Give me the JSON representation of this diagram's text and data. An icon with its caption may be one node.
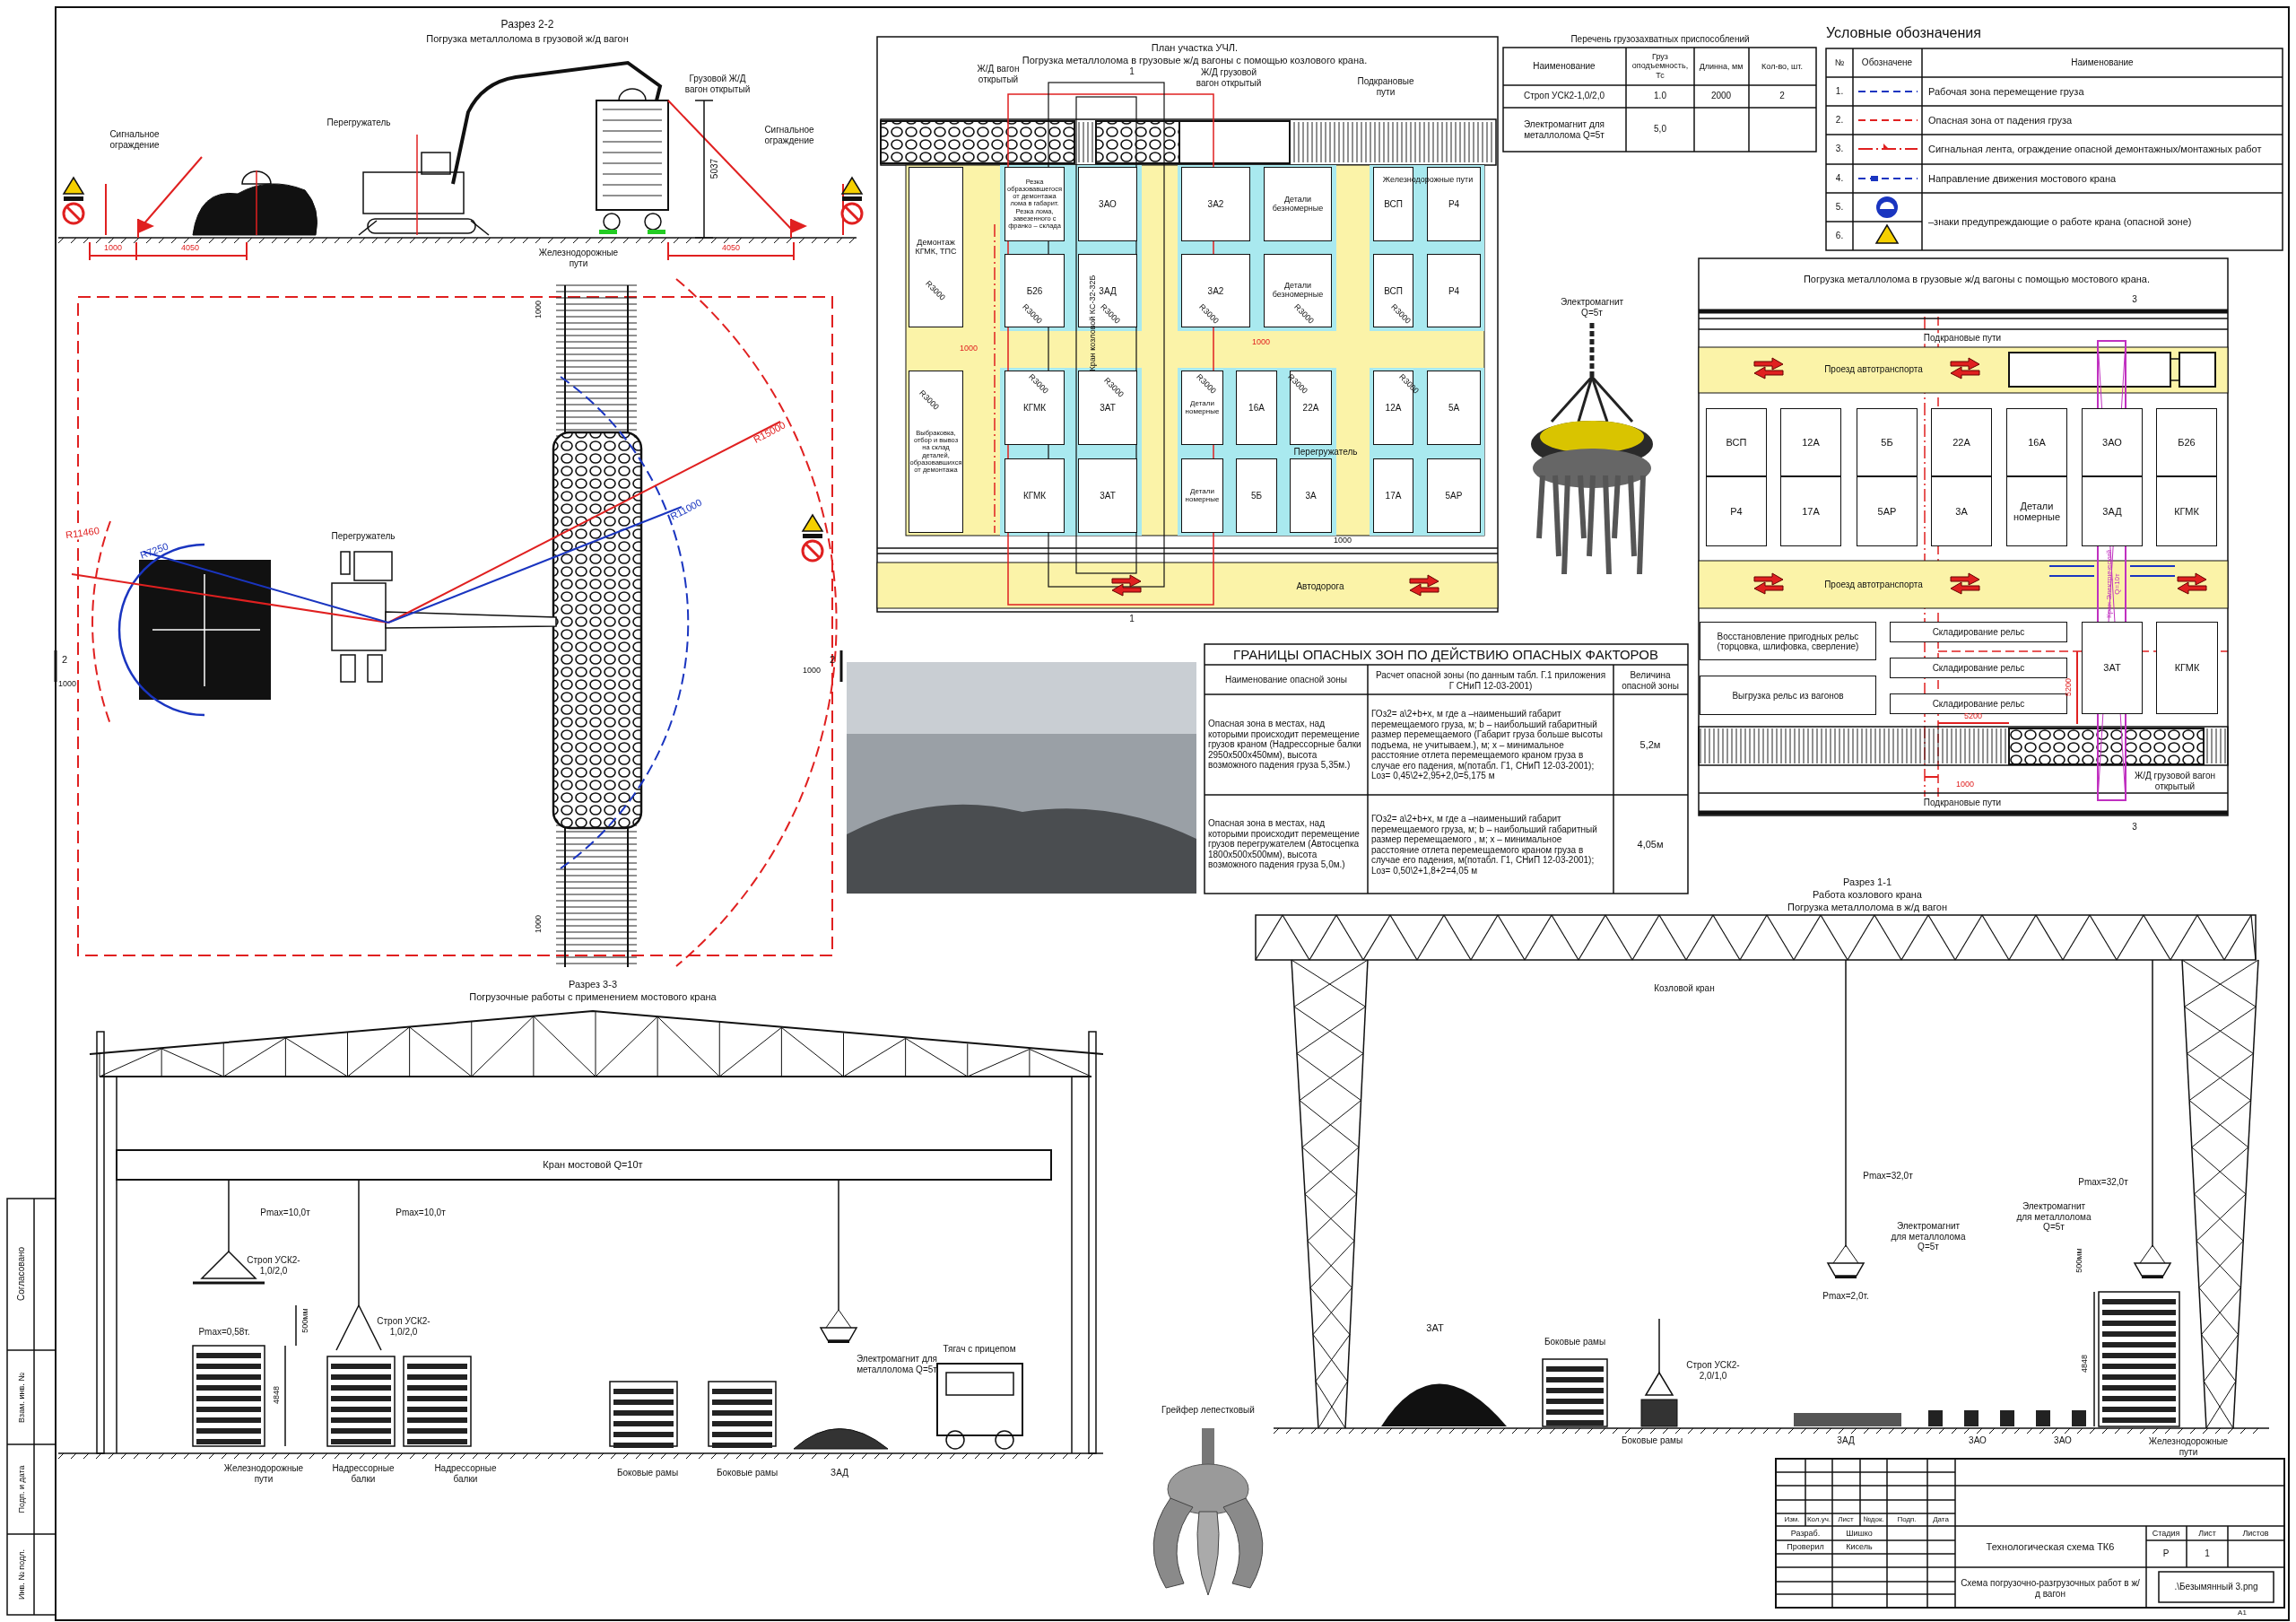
{
  "diagram": {
    "nodes": [
      {
        "text": [
          "Демонтаж КГМК, ТПС"
        ]
      },
      {
        "text": [
          "Резка образовавшегося от демонтажа лома в габарит. Резка лома, завезенного с франко – склада"
        ]
      },
      {
        "text": [
          "3АО"
        ]
      },
      {
        "text": [
          "3А2"
        ]
      },
      {
        "text": [
          "Детали безномерные"
        ]
      },
      {
        "text": [
          "ВСП"
        ]
      },
      {
        "text": [
          "Р4"
        ]
      },
      {
        "text": [
          "Б26"
        ]
      },
      {
        "text": [
          "3АД"
        ]
      },
      {
        "text": [
          "3А2"
        ]
      },
      {
        "text": [
          "Детали безномерные"
        ]
      },
      {
        "text": [
          "ВСП"
        ]
      },
      {
        "text": [
          "Р4"
        ]
      },
      {
        "text": [
          "Выбраковка, отбор и вывоз на склад деталей, образовавшихся от демонтажа"
        ]
      },
      {
        "text": [
          "КГМК"
        ]
      },
      {
        "text": [
          "3АТ"
        ]
      },
      {
        "text": [
          "Детали номерные"
        ]
      },
      {
        "text": [
          "16А"
        ]
      },
      {
        "text": [
          "22А"
        ]
      },
      {
        "text": [
          "12А"
        ]
      },
      {
        "text": [
          "5А"
        ]
      },
      {
        "text": [
          "КГМК"
        ]
      },
      {
        "text": [
          "3АТ"
        ]
      },
      {
        "text": [
          "Детали номерные"
        ]
      },
      {
        "text": [
          "5Б"
        ]
      },
      {
        "text": [
          "3А"
        ]
      },
      {
        "text": [
          "17А"
        ]
      },
      {
        "text": [
          "5АР"
        ]
      },
      {
        "text": [
          "ВСП"
        ]
      },
      {
        "text": [
          "12А"
        ]
      },
      {
        "text": [
          "5Б"
        ]
      },
      {
        "text": [
          "22А"
        ]
      },
      {
        "text": [
          "16А"
        ]
      },
      {
        "text": [
          "3АО"
        ]
      },
      {
        "text": [
          "Б26"
        ]
      },
      {
        "text": [
          "Р4"
        ]
      },
      {
        "text": [
          "17А"
        ]
      },
      {
        "text": [
          "5АР"
        ]
      },
      {
        "text": [
          "3А"
        ]
      },
      {
        "text": [
          "Детали номерные"
        ]
      },
      {
        "text": [
          "3АД"
        ]
      },
      {
        "text": [
          "КГМК"
        ]
      },
      {
        "text": [
          "Восстановление пригодных рельс (торцовка, шлифовка, сверление)"
        ]
      },
      {
        "text": [
          "Складирование рельс"
        ]
      },
      {
        "text": [
          "Выгрузка рельс из вагонов"
        ]
      },
      {
        "text": [
          "Складирование рельс"
        ]
      },
      {
        "text": [
          "3АТ"
        ]
      },
      {
        "text": [
          "КГМК"
        ]
      },
      {
        "text": [
          "Складирование рельс"
        ]
      }
    ],
    "labels": [
      "Разрез 2-2",
      "Погрузка металлолома в грузовой ж/д вагон",
      "Сигнальное ограждение",
      "Перегружатель",
      "Грузовой Ж/Д вагон открытый",
      "Сигнальное ограждение",
      "5037",
      "1000",
      "4050",
      "Железнодорожные пути",
      "4050",
      "1000",
      "R15000",
      "R11000",
      "R11460",
      "R7250",
      "Перегружатель",
      "2",
      "1000",
      "1000",
      "2",
      "1000",
      "План участка УЧЛ.",
      "Погрузка металлолома в грузовые ж/д вагоны с помощью козлового крана.",
      "Ж/Д вагон открытый",
      "Ж/Д грузовой вагон открытый",
      "Подкрановые пути",
      "Железнодорожные пути",
      "R3000",
      "R3000",
      "R3000",
      "R3000",
      "R3000",
      "R3000",
      "R3000",
      "R3000",
      "R3000",
      "R3000",
      "R3000",
      "R3000",
      "1000",
      "1000",
      "Кран козловой КС-32-32Б",
      "Перегружатель",
      "1000",
      "Автодорога",
      "1",
      "1",
      "Перечень грузозахватных приспособлений",
      "Наименование",
      "Груз оподъемность, Тс",
      "Длинна, мм",
      "Кол-во, шт.",
      "Строп УСК2-1,0/2,0",
      "1.0",
      "2000",
      "2",
      "Электромагнит для металлолома Q=5т",
      "5,0",
      "Условные обозначения",
      "№",
      "Обозначене",
      "Наименование",
      "1.",
      "2.",
      "3.",
      "4.",
      "5.",
      "6.",
      "Электромагнит Q=5т",
      "Погрузка металлолома в грузовые ж/д вагоны с помощью мостового крана.",
      "3",
      "Подкрановые пути",
      "Проезд автотранспорта",
      "Кран Электрический Q=10т",
      "Проезд автотранспорта",
      "5200",
      "5200",
      "1000",
      "Ж/Д грузовой вагон открытый",
      "Подкрановые пути",
      "3",
      "ГРАНИЦЫ ОПАСНЫХ ЗОН ПО ДЕЙСТВИЮ ОПАСНЫХ ФАКТОРОВ",
      "Наименование опасной зоны",
      "Расчет опасной зоны (по данным табл. Г.1 приложения Г СНиП 12-03-2001)",
      "Величина опасной зоны",
      "Опасная зона в местах, над которыми происходит перемещение грузов краном (Надрессорные балки 2950х500х450мм), высота возможного падения груза 5,35м.)",
      "ГОз2= а\\2+b+х, м где а –наименьший габарит перемещаемого груза, м; b – наибольший габаритный размер перемещаемого (Габарит груза больше высоты подъема, не учитываем.), м; х – минимальное расстояние отлета перемещаемого краном груза в случае его падения, м(потабл. Г1, СНиП 12-03-2001); Lоз= 0,45\\2+2,95+2,0=5,175 м",
      "5,2м",
      "Опасная зона в местах, над которыми происходит перемещение грузов перегружателем (Автосцепка 1800х500х500мм), высота возможного падения груза 5,0м.)",
      "ГОз2= а\\2+b+х, м где а –наименьший габарит перемещаемого груза, м; b – наибольший габаритный размер перемещаемого , м; х – минимальное расстояние отлета перемещаемого краном груза в случае его падения, м(потабл. Г1, СНиП 12-03-2001); Lоз= 0,50\\2+1,8+2=4,05 м",
      "4,05м",
      "Разрез 3-3",
      "Погрузочные работы с применением мостового крана",
      "Кран мостовой Q=10т",
      "Pmax=10,0т",
      "Pmax=10,0т",
      "Строп УСК2-1,0/2,0",
      "Pmax=0,58т.",
      "500мм",
      "4848",
      "Строп УСК2-1,0/2,0",
      "Электромагнит для металлолома Q=5т",
      "Тягач с прицепом",
      "Железнодорожные пути",
      "Надрессорные балки",
      "Надрессорные балки",
      "Боковые рамы",
      "Боковые рамы",
      "ЗАД",
      "Грейфер лепестковый",
      "Разрез 1-1",
      "Работа козлового крана",
      "Погрузка металлолома в ж/д вагон",
      "Козловой кран",
      "Pmax=32,0т",
      "Электромагнит для металлолома Q=5т",
      "Pmax=2,0т.",
      "Pmax=32,0т",
      "Электромагнит для металлолома Q=5т",
      "500мм",
      "4848",
      "3АТ",
      "Боковые рамы",
      "Строп УСК2-2,0/1,0",
      "Боковые рамы",
      "3АД",
      "3АО",
      "3АО",
      "Железнодорожные пути",
      "Изм.",
      "Кол.уч.",
      "Лист",
      "№док.",
      "Подп.",
      "Дата",
      "Разраб.",
      "Шишко",
      "Проверил",
      "Кисель",
      "Технологическая схема ТК6",
      "Стадия",
      "Лист",
      "Листов",
      "Р",
      "1",
      "Схема погрузочно-разгрузочных работ в ж/д вагон",
      ".\\Безымянный 3.png",
      "А1",
      "Согласовано",
      "Взам. инв. №",
      "Подп. и дата",
      "Инв. № подл."
    ],
    "legend": [
      {
        "text": "Рабочая зона перемещение груза"
      },
      {
        "text": "Опасная зона от падения груза"
      },
      {
        "text": "Сигнальная лента, ограждение опасной демонтажных/монтажных работ"
      },
      {
        "text": "Направление движения мостового крана"
      },
      {
        "text": "–знаки предупреждающие о работе крана (опасной зоне)"
      }
    ]
  }
}
